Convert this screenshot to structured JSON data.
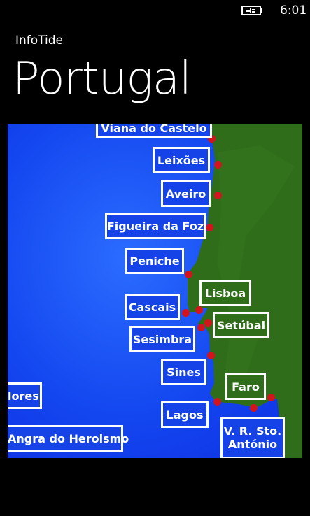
{
  "status": {
    "time": "6:01",
    "battery_icon": "battery-charging-icon"
  },
  "header": {
    "app_name": "InfoTide",
    "title": "Portugal"
  },
  "map": {
    "colors": {
      "sea": "#1447f0",
      "land": "#2f6d1a",
      "marker": "#d2141e",
      "label_border": "#ffffff"
    },
    "locations": [
      {
        "label": "Viana do Castelo"
      },
      {
        "label": "Leixões"
      },
      {
        "label": "Aveiro"
      },
      {
        "label": "Figueira da Foz"
      },
      {
        "label": "Peniche"
      },
      {
        "label": "Lisboa"
      },
      {
        "label": "Cascais"
      },
      {
        "label": "Setúbal"
      },
      {
        "label": "Sesimbra"
      },
      {
        "label": "Sines"
      },
      {
        "label": "Faro"
      },
      {
        "label": "Lagos"
      },
      {
        "label_line1": "V. R. Sto.",
        "label_line2": "António"
      },
      {
        "label": "Flores",
        "visible_text": "lores"
      },
      {
        "label": "Angra do Heroismo"
      }
    ]
  }
}
